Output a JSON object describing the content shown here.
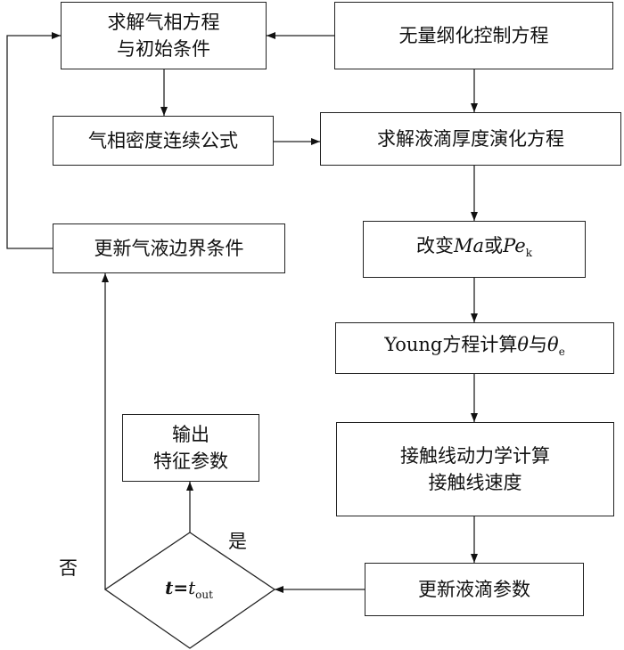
{
  "nodes": {
    "solve_gas": {
      "line1": "求解气相方程",
      "line2": "与初始条件"
    },
    "nondim": {
      "text": "无量纲化控制方程"
    },
    "gas_density": {
      "text": "气相密度连续公式"
    },
    "droplet_thickness": {
      "text": "求解液滴厚度演化方程"
    },
    "change_ma": {
      "prefix": "改变",
      "ma": "Ma",
      "or": "或",
      "pe": "Pe",
      "pe_sub": "k"
    },
    "update_boundary": {
      "text": "更新气液边界条件"
    },
    "young": {
      "young": "Young",
      "middle": "方程计算",
      "theta1": "θ",
      "and": "与",
      "theta2": "θ",
      "theta2_sub": "e"
    },
    "contact_dynamics": {
      "line1": "接触线动力学计算",
      "line2": "接触线速度"
    },
    "output": {
      "line1": "输出",
      "line2": "特征参数"
    },
    "update_droplet": {
      "text": "更新液滴参数"
    },
    "decision": {
      "t": "t",
      "eq": "=",
      "tout": "t",
      "tout_sub": "out"
    }
  },
  "labels": {
    "yes": "是",
    "no": "否"
  }
}
